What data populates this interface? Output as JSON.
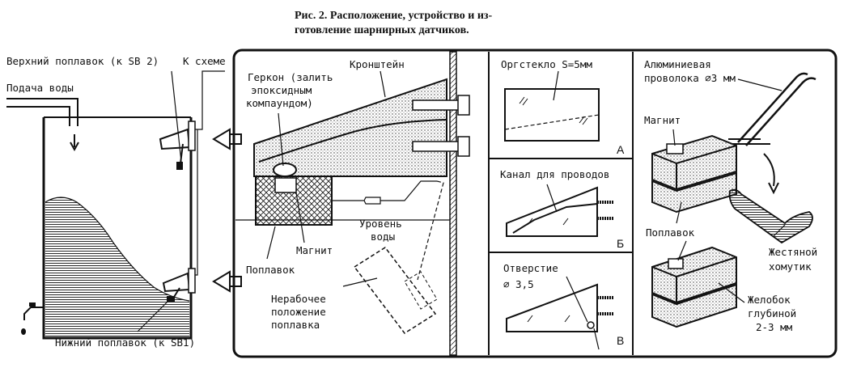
{
  "caption": {
    "line1": "Рис. 2. Расположение, устройство и из-",
    "line2": "готовление шарнирных датчиков."
  },
  "left": {
    "upper_float": "Верхний поплавок (к SB 2)",
    "to_circuit": "К схеме",
    "water_supply": "Подача воды",
    "lower_float": "Нижний поплавок (к SB1)"
  },
  "center": {
    "gerkon": [
      "Геркон (залить",
      "эпоксидным",
      "компаундом)"
    ],
    "bracket": "Кронштейн",
    "magnet": "Магнит",
    "float": "Поплавок",
    "water_level": [
      "Уровень",
      "воды"
    ],
    "idle_position": [
      "Нерабочее",
      "положение",
      "поплавка"
    ]
  },
  "panels": {
    "a": {
      "label": "Оргстекло S=5мм",
      "letter": "А"
    },
    "b": {
      "label": "Канал для проводов",
      "letter": "Б"
    },
    "v": {
      "label": "Отверстие",
      "dim": "⌀ 3,5",
      "letter": "В"
    }
  },
  "right": {
    "wire": [
      "Алюминиевая",
      "проволока ⌀3 мм"
    ],
    "magnet": "Магнит",
    "float": "Поплавок",
    "clamp": [
      "Жестяной",
      "хомутик"
    ],
    "groove": [
      "Желобок",
      "глубиной",
      "2-3 мм"
    ]
  }
}
